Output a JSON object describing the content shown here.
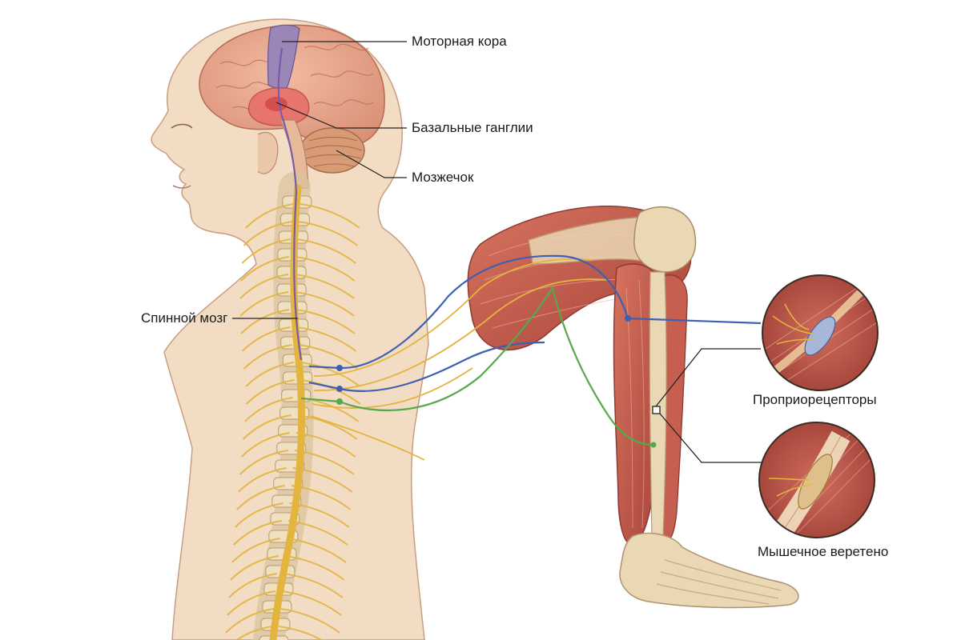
{
  "labels": {
    "motor_cortex": "Моторная кора",
    "basal_ganglia": "Базальные ганглии",
    "cerebellum": "Мозжечок",
    "spinal_cord": "Спинной мозг",
    "proprioceptors": "Проприорецепторы",
    "muscle_spindle": "Мышечное веретено"
  },
  "colors": {
    "skin": "#f3dcc4",
    "brain": "#e8a58a",
    "motor_cortex": "#9b86b8",
    "basal_ganglia": "#e7706a",
    "cerebellum": "#d79b76",
    "nerve_yellow": "#e3b43e",
    "motor_purple": "#7b5ba8",
    "sensory_blue": "#3f5fb0",
    "reflex_green": "#56a84a",
    "muscle": "#c2564a",
    "bone": "#ead7b4"
  }
}
